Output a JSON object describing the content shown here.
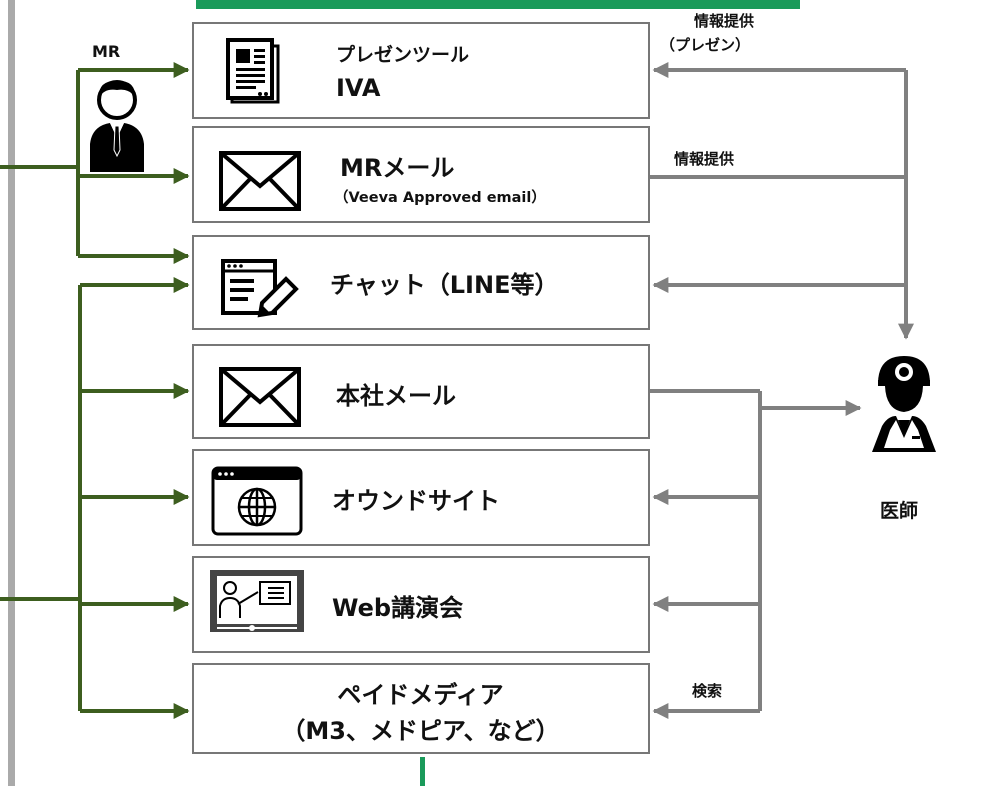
{
  "diagram": {
    "mr_label": "MR",
    "doctor_label": "医師",
    "channels": [
      {
        "line1": "プレゼンツール",
        "line2": "IVA",
        "icon": "presentation-document-icon"
      },
      {
        "line1": "MRメール",
        "line2": "（Veeva Approved email）",
        "icon": "envelope-icon"
      },
      {
        "line1": "チャット（LINE等）",
        "icon": "chat-edit-icon"
      },
      {
        "line1": "本社メール",
        "icon": "envelope-icon"
      },
      {
        "line1": "オウンドサイト",
        "icon": "browser-globe-icon"
      },
      {
        "line1": "Web講演会",
        "icon": "web-lecture-icon"
      },
      {
        "line1": "ペイドメディア",
        "line2": "（M3、メドピア、など）"
      }
    ],
    "edge_labels": {
      "info_presentation_1": "情報提供",
      "info_presentation_2": "（プレゼン）",
      "info": "情報提供",
      "search": "検索"
    },
    "colors": {
      "green": "#3d5e1f",
      "gray": "#808080",
      "border": "#777777",
      "accent_green": "#1a9a5a"
    }
  }
}
